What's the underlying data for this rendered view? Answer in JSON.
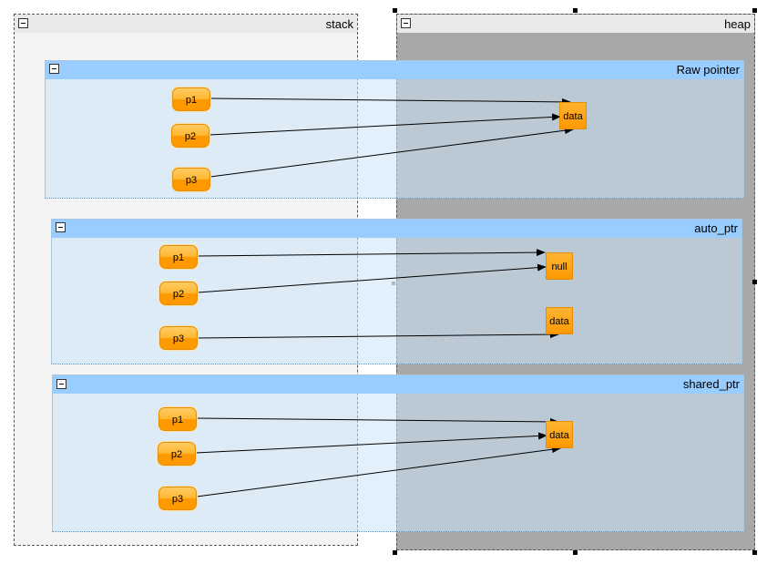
{
  "lanes": {
    "stack": {
      "title": "stack"
    },
    "heap": {
      "title": "heap"
    }
  },
  "groups": {
    "raw": {
      "title": "Raw pointer",
      "pointers": [
        "p1",
        "p2",
        "p3"
      ],
      "targets": [
        "data"
      ]
    },
    "auto": {
      "title": "auto_ptr",
      "pointers": [
        "p1",
        "p2",
        "p3"
      ],
      "targets": [
        "null",
        "data"
      ]
    },
    "shared": {
      "title": "shared_ptr",
      "pointers": [
        "p1",
        "p2",
        "p3"
      ],
      "targets": [
        "data"
      ]
    }
  },
  "colors": {
    "stack_bg": "#f4f4f4",
    "heap_bg": "#a8a8a8",
    "group_header": "#99ccff",
    "node_orange": "#ff9900"
  }
}
